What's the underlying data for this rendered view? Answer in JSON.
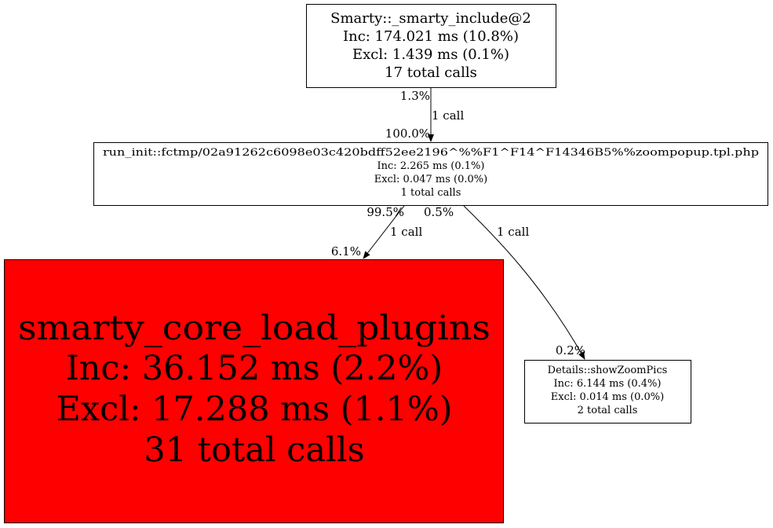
{
  "colors": {
    "hot_node": "#ff0000",
    "node": "#ffffff",
    "stroke": "#000000"
  },
  "nodes": {
    "include": {
      "name": "Smarty::_smarty_include@2",
      "inc": "Inc: 174.021 ms (10.8%)",
      "excl": "Excl: 1.439 ms (0.1%)",
      "calls": "17 total calls"
    },
    "run_init": {
      "name": "run_init::fctmp/02a91262c6098e03c420bdff52ee2196^%%F1^F14^F14346B5%%zoompopup.tpl.php",
      "inc": "Inc: 2.265 ms (0.1%)",
      "excl": "Excl: 0.047 ms (0.0%)",
      "calls": "1 total calls"
    },
    "load_plugins": {
      "name": "smarty_core_load_plugins",
      "inc": "Inc: 36.152 ms (2.2%)",
      "excl": "Excl: 17.288 ms (1.1%)",
      "calls": "31 total calls"
    },
    "show_zoom": {
      "name": "Details::showZoomPics",
      "inc": "Inc: 6.144 ms (0.4%)",
      "excl": "Excl: 0.014 ms (0.0%)",
      "calls": "2 total calls"
    }
  },
  "edges": [
    {
      "from": "include",
      "to": "run_init",
      "tail": "1.3%",
      "label": "1 call",
      "head": "100.0%"
    },
    {
      "from": "run_init",
      "to": "load_plugins",
      "tail": "99.5%",
      "label": "1 call",
      "head": "6.1%"
    },
    {
      "from": "run_init",
      "to": "show_zoom",
      "tail": "0.5%",
      "label": "1 call",
      "head": "0.2%"
    }
  ]
}
